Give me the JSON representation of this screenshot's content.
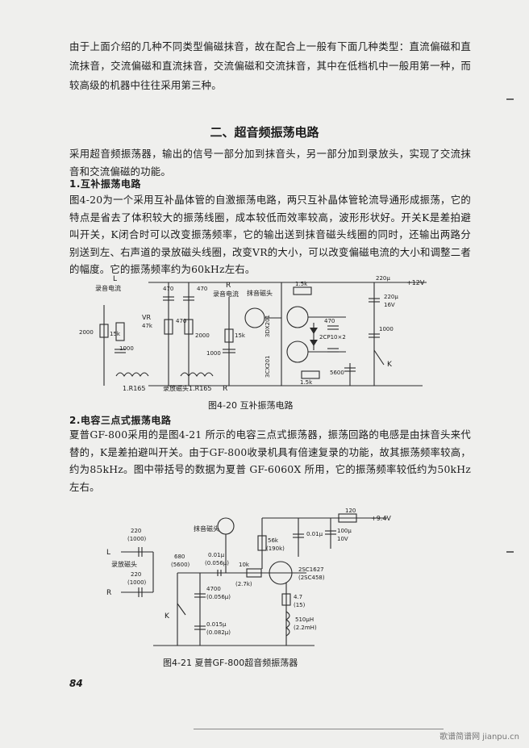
{
  "paragraphs": {
    "intro": "由于上面介绍的几种不同类型偏磁抹音，故在配合上一般有下面几种类型：直流偏磁和直流抹音，交流偏磁和直流抹音，交流偏磁和交流抹音，其中在低档机中一般用第一种，而较高级的机器中往往采用第三种。",
    "section_intro": "采用超音频振荡器，输出的信号一部分加到抹音头，另一部分加到录放头，实现了交流抹音和交流偏磁的功能。",
    "p1": "图4-20为一个采用互补晶体管的自激振荡电路，两只互补晶体管轮流导通形成振荡，它的特点是省去了体积较大的振荡线圈，成本较低而效率较高，波形形状好。开关K是差拍避叫开关，K闭合时可以改变振荡频率，它的输出送到抹音磁头线圈的同时，还输出两路分别送到左、右声道的录放磁头线圈，改变VR的大小，可以改变偏磁电流的大小和调整二者的幅度。它的振荡频率约为60kHz左右。",
    "p2": "夏普GF-800采用的是图4-21 所示的电容三点式振荡器，振荡回路的电感是由抹音头来代替的，K是差拍避叫开关。由于GF-800收录机具有倍速复录的功能，故其振荡频率较高，约为85kHz。图中带括号的数据为夏普 GF-6060X 所用，它的振荡频率较低约为50kHz左右。"
  },
  "section_title": "二、超音频振荡电路",
  "subheadings": {
    "s1": "1.互补振荡电路",
    "s2": "2.电容三点式振荡电路"
  },
  "figures": {
    "fig20": {
      "caption": "图4-20 互补振荡电路",
      "labels": {
        "l": "L",
        "rec_current": "录音电流",
        "c470a": "470",
        "c470b": "470",
        "r_label": "R",
        "rec_current2": "录音电流",
        "erase_head": "抹音磁头",
        "r15k_top": "1.5k",
        "c220": "220μ",
        "plus12v": "+12V",
        "c220b": "220μ",
        "v16": "16V",
        "vr": "VR",
        "vr_val": "47k",
        "c2000": "2000",
        "r15k": "15k",
        "c1000": "1000",
        "c470c": "470",
        "c2000b": "2000",
        "r15k2": "15k",
        "c1000b": "1000",
        "t1": "3CX201",
        "t2": "3DX201",
        "d1": "2CP10×2",
        "c470d": "470",
        "c5600": "5600",
        "r15k_bot": "1.5k",
        "c1000c": "1000",
        "k": "K",
        "lr165a": "1.R165",
        "head_label": "录放磁头",
        "lr165b": "1.R165",
        "r": "R"
      }
    },
    "fig21": {
      "caption": "图4-21 夏普GF-800超音频振荡器",
      "labels": {
        "c220_top": "220",
        "c1000_top": "(1000)",
        "l": "L",
        "head": "录放磁头",
        "c220_bot": "220",
        "c1000_bot": "(1000)",
        "r": "R",
        "erase_head": "抹音磁头",
        "c680": "680",
        "c5600": "(5600)",
        "c001": "0.01μ",
        "c0056": "(0.056μ)",
        "r10k": "10k",
        "r27k": "(2.7k)",
        "c4700": "4700",
        "c0056b": "(0.056μ)",
        "k": "K",
        "c0015": "0.015μ",
        "c0082": "(0.082μ)",
        "r56k": "56k",
        "r190k": "(190k)",
        "c001b": "0.01μ",
        "r120": "120",
        "plus94v": "+9.4V",
        "c100": "100μ",
        "v10": "10V",
        "t_main": "2SC1627",
        "t_alt": "(2SC458)",
        "r47": "4.7",
        "r15": "(15)",
        "l510": "510μH",
        "l22": "(2.2mH)"
      }
    }
  },
  "page_number": "84",
  "watermark": "歌谱简谱网 jianpu.cn"
}
